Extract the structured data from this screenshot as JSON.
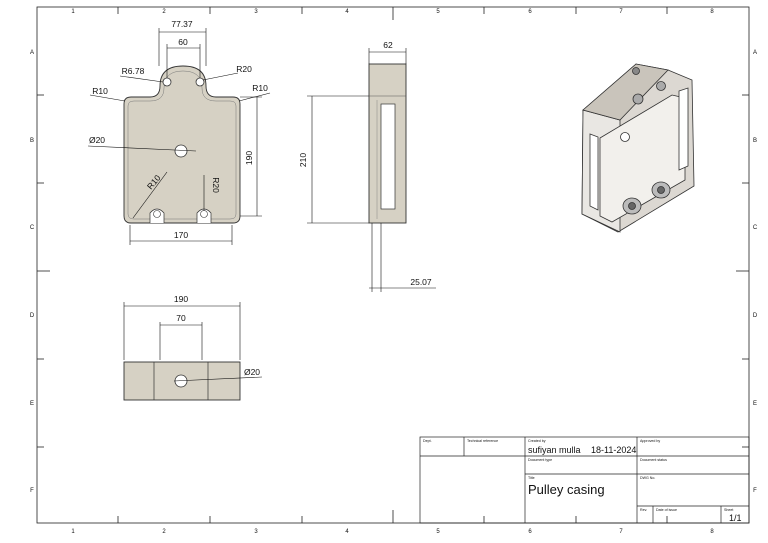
{
  "sheet": {
    "columns": [
      "1",
      "2",
      "3",
      "4",
      "5",
      "6",
      "7",
      "8"
    ],
    "rows": [
      "A",
      "B",
      "C",
      "D",
      "E",
      "F"
    ]
  },
  "front_view": {
    "dim_top_overall": "77.37",
    "dim_top_inner": "60",
    "radius_hole_left": "R6.78",
    "radius_top_right": "R20",
    "radius_left": "R10",
    "radius_right": "R10",
    "hole_diameter": "Ø20",
    "height": "190",
    "radius_inner": "R10",
    "radius_bottom": "R20",
    "width_bottom": "170"
  },
  "side_view": {
    "width": "62",
    "height": "210",
    "thickness": "25.07"
  },
  "bottom_view": {
    "width": "190",
    "inner": "70",
    "hole_diameter": "Ø20"
  },
  "title_block": {
    "dept_label": "Dept.",
    "tech_ref_label": "Technical reference",
    "created_by_label": "Created by",
    "created_by": "sufiyan mulla",
    "date": "18-11-2024",
    "approved_by_label": "Approved by",
    "doc_type_label": "Document type",
    "doc_status_label": "Document status",
    "title_label": "Title",
    "title": "Pulley casing",
    "dwg_no_label": "DWG No.",
    "rev_label": "Rev.",
    "date_issue_label": "Date of issue",
    "sheet_label": "Sheet",
    "sheet": "1/1"
  }
}
